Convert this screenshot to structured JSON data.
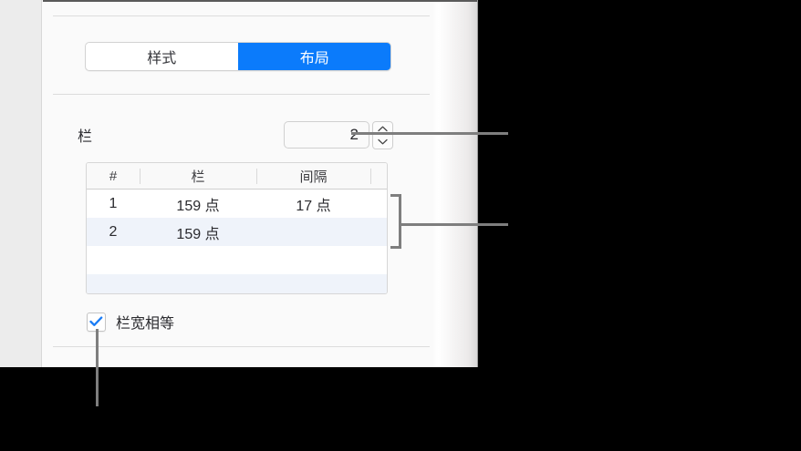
{
  "panel": {
    "segmented_control": {
      "options": [
        {
          "label": "样式",
          "active": false
        },
        {
          "label": "布局",
          "active": true
        }
      ],
      "active_color": "#0b7bfb"
    },
    "columns": {
      "label": "栏",
      "value": "2",
      "stepper_up_icon": "chevron-up-icon",
      "stepper_down_icon": "chevron-down-icon"
    },
    "table": {
      "headers": [
        "#",
        "栏",
        "间隔"
      ],
      "rows": [
        {
          "num": "1",
          "column": "159 点",
          "gap": "17 点"
        },
        {
          "num": "2",
          "column": "159 点",
          "gap": ""
        },
        {
          "num": "",
          "column": "",
          "gap": ""
        },
        {
          "num": "",
          "column": "",
          "gap": ""
        }
      ],
      "row_alt_color": "#eff3fa"
    },
    "equal_width": {
      "label": "栏宽相等",
      "checked": true,
      "check_color": "#1a7cf5"
    }
  },
  "callouts": {
    "line_color": "#7e7e7e",
    "targets": [
      "columns-stepper",
      "columns-table",
      "equal-width-checkbox"
    ]
  }
}
